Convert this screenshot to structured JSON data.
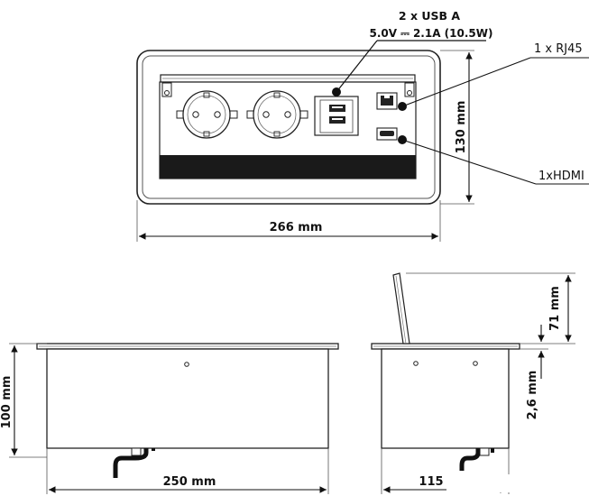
{
  "labels": {
    "usb_title": "2 x USB  A",
    "usb_spec": "5.0V ⎓ 2.1A (10.5W)",
    "rj45": "1 x RJ45",
    "hdmi": "1xHDMI",
    "top_height": "130 mm",
    "top_width": "266 mm",
    "front_height": "100 mm",
    "front_width": "250 mm",
    "side_width": "115",
    "side_lid": "71 mm",
    "side_flange": "2,6 mm"
  }
}
